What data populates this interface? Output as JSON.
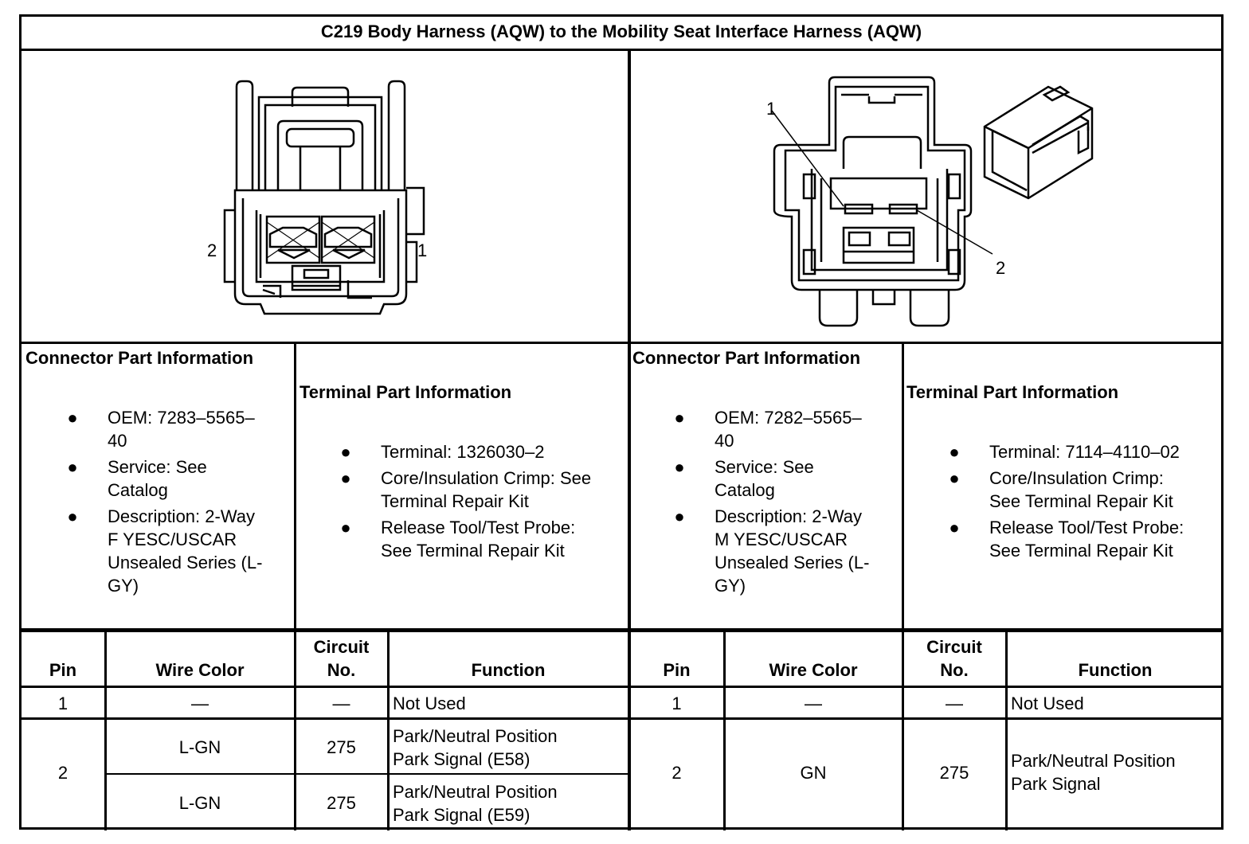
{
  "title": "C219 Body Harness (AQW) to the Mobility Seat Interface Harness (AQW)",
  "left": {
    "pin_labels": [
      "2",
      "1"
    ],
    "connector": {
      "heading": "Connector Part Information",
      "items": [
        {
          "line1": "OEM: 7283–5565–",
          "line2": "40"
        },
        {
          "line1": "Service: See",
          "line2": "Catalog"
        },
        {
          "line1": "Description: 2-Way",
          "line2": "F YESC/USCAR",
          "line3": "Unsealed Series (L-",
          "line4": "GY)"
        }
      ]
    },
    "terminal": {
      "heading": "Terminal Part Information",
      "items": [
        {
          "line1": "Terminal: 1326030–2"
        },
        {
          "line1": "Core/Insulation Crimp: See",
          "line2": "Terminal Repair Kit"
        },
        {
          "line1": "Release Tool/Test Probe:",
          "line2": "See Terminal Repair Kit"
        }
      ]
    },
    "table": {
      "headers": {
        "pin": "Pin",
        "wire": "Wire Color",
        "circuit1": "Circuit",
        "circuit2": "No.",
        "function": "Function"
      },
      "rows": [
        {
          "pin": "1",
          "wire": "—",
          "circuit": "—",
          "function1": "Not Used"
        },
        {
          "pin": "2",
          "wire": "L-GN",
          "circuit": "275",
          "function1": "Park/Neutral Position",
          "function2": "Park Signal (E58)"
        },
        {
          "wire": "L-GN",
          "circuit": "275",
          "function1": "Park/Neutral Position",
          "function2": "Park Signal (E59)"
        }
      ]
    }
  },
  "right": {
    "pin_labels": [
      "1",
      "2"
    ],
    "connector": {
      "heading": "Connector Part Information",
      "items": [
        {
          "line1": "OEM: 7282–5565–",
          "line2": "40"
        },
        {
          "line1": "Service: See",
          "line2": "Catalog"
        },
        {
          "line1": "Description: 2-Way",
          "line2": "M YESC/USCAR",
          "line3": "Unsealed Series (L-",
          "line4": "GY)"
        }
      ]
    },
    "terminal": {
      "heading": "Terminal Part Information",
      "items": [
        {
          "line1": "Terminal: 7114–4110–02"
        },
        {
          "line1": "Core/Insulation Crimp:",
          "line2": "See Terminal Repair Kit"
        },
        {
          "line1": "Release Tool/Test Probe:",
          "line2": "See Terminal Repair Kit"
        }
      ]
    },
    "table": {
      "headers": {
        "pin": "Pin",
        "wire": "Wire Color",
        "circuit1": "Circuit",
        "circuit2": "No.",
        "function": "Function"
      },
      "rows": [
        {
          "pin": "1",
          "wire": "—",
          "circuit": "—",
          "function1": "Not Used"
        },
        {
          "pin": "2",
          "wire": "GN",
          "circuit": "275",
          "function1": "Park/Neutral Position",
          "function2": "Park Signal"
        }
      ]
    }
  },
  "bullet": "●"
}
